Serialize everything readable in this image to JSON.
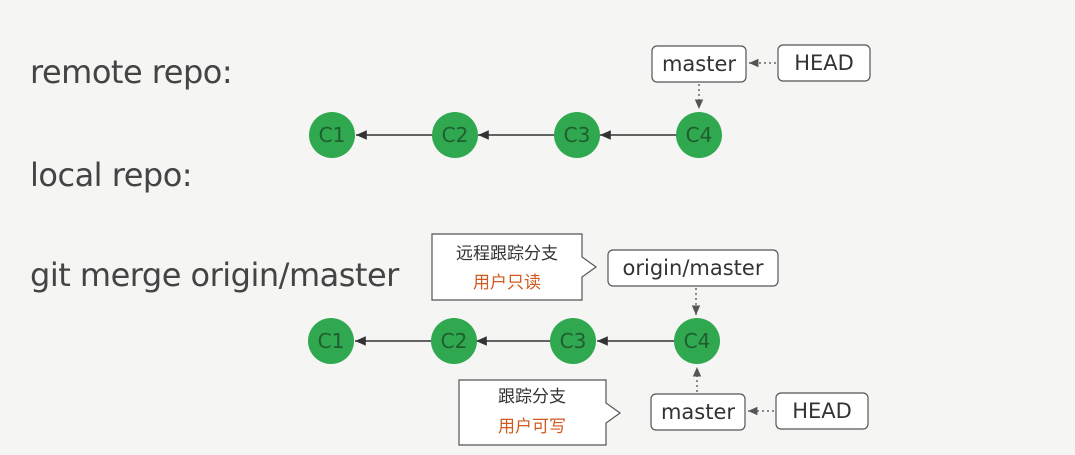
{
  "labels": {
    "remote": "remote repo:",
    "local": "local repo:",
    "command": "git merge origin/master"
  },
  "remote_graph": {
    "commits": [
      "C1",
      "C2",
      "C3",
      "C4"
    ],
    "branch": "master",
    "head": "HEAD"
  },
  "local_graph": {
    "commits": [
      "C1",
      "C2",
      "C3",
      "C4"
    ],
    "remote_branch": "origin/master",
    "branch": "master",
    "head": "HEAD",
    "callout_remote": {
      "title": "远程跟踪分支",
      "note": "用户只读"
    },
    "callout_local": {
      "title": "跟踪分支",
      "note": "用户可写"
    }
  },
  "colors": {
    "commit": "#2fa84f",
    "accent": "#d2591f",
    "background": "#f5f5f4"
  }
}
